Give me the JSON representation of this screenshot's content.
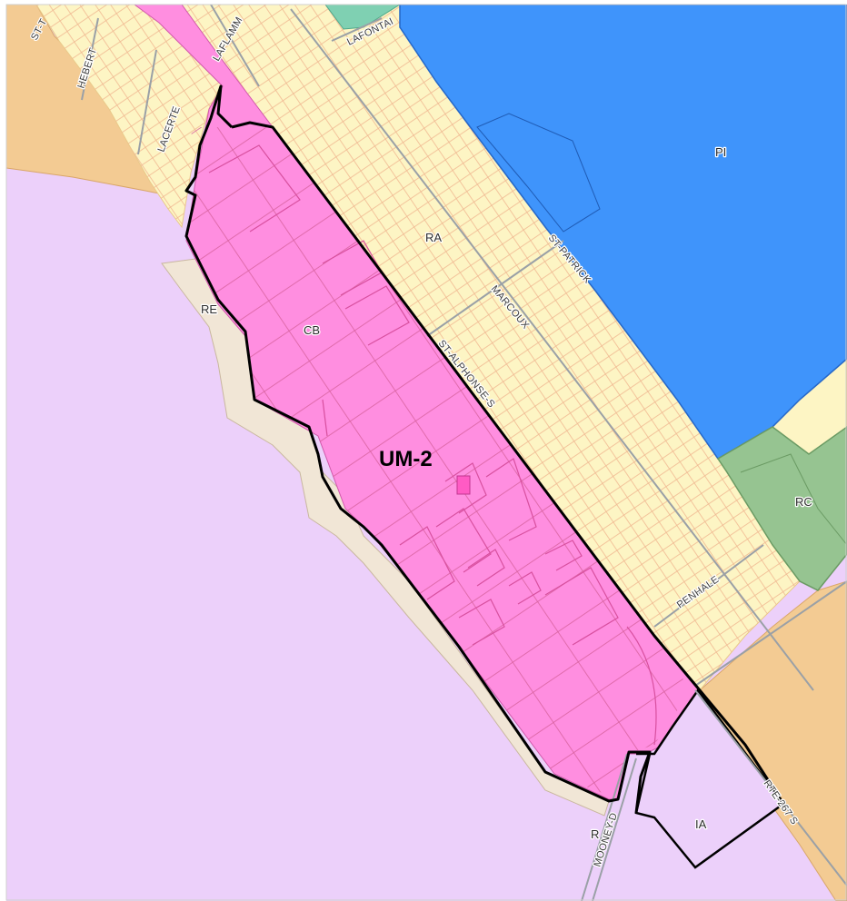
{
  "map": {
    "highlight_label": "UM-2",
    "zone_labels": {
      "pi": "PI",
      "ra": "RA",
      "re": "RE",
      "cb": "CB",
      "rc": "RC",
      "ia": "IA",
      "r": "R"
    },
    "street_labels": {
      "st_t": "ST-T",
      "hebert": "HEBERT",
      "laflamme": "LAFLAMM",
      "lafontaine": "LAFONTAI",
      "lacerte": "LACERTE",
      "st_patrick": "ST-PATRICK",
      "marcoux": "MARCOUX",
      "st_alphonse": "ST-ALPHONSE-S",
      "penhale": "PENHALE",
      "mooney": "MOONEY-D",
      "rte_267": "RTE-267 S"
    },
    "colors": {
      "residential": "#fdf5c4",
      "commercial": "#ff8ee0",
      "public": "#3f94fb",
      "institutional": "#ecd0fa",
      "rural": "#f3cb93",
      "recreation": "#96c491",
      "re_zone": "#f1e6d6",
      "teal": "#7fd0b2",
      "boundary": "#000000"
    }
  }
}
